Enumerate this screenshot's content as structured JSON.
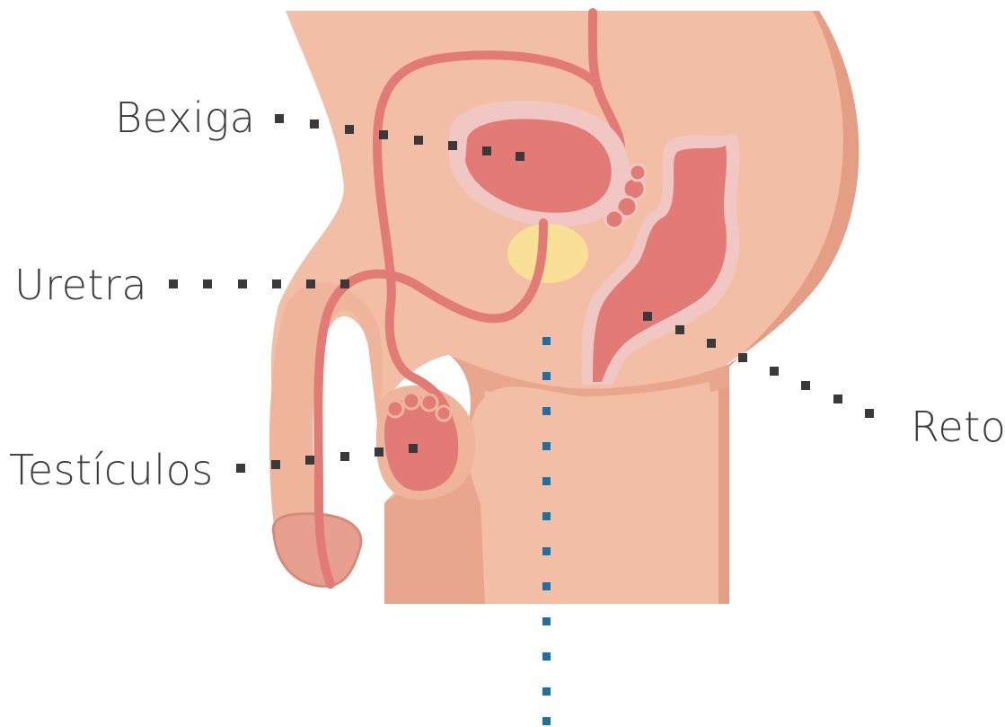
{
  "labels": {
    "bladder": "Bexiga",
    "urethra": "Uretra",
    "testicles": "Testículos",
    "rectum": "Reto"
  },
  "colors": {
    "skin": "#f3bea6",
    "skin_dark": "#e49e85",
    "skin_outline": "#dc8f77",
    "organ": "#e27a76",
    "organ_light": "#f1c7c3",
    "prostate": "#fae096",
    "leader_line": "#3a3a3a",
    "midline": "#1d6fa6"
  }
}
